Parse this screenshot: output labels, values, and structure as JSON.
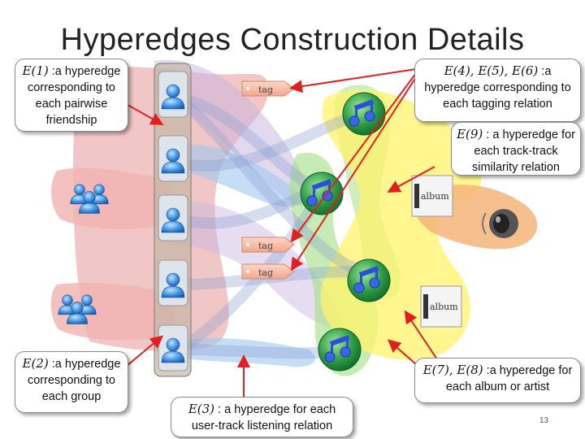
{
  "title": "Hyperedges Construction Details",
  "callouts": {
    "e1": {
      "symbol": "E(1)",
      "text": ":a hyperedge corresponding to each pairwise friendship"
    },
    "e2": {
      "symbol": "E(2)",
      "text": ":a hyperedge corresponding to each group"
    },
    "e3": {
      "symbol": "E(3)",
      "text": ": a hyperedge for each user-track listening relation"
    },
    "e456": {
      "symbol": "E(4), E(5), E(6)",
      "text": ":a hyperedge corresponding to each tagging relation"
    },
    "e9": {
      "symbol": "E(9)",
      "text": ": a hyperedge for each track-track similarity relation"
    },
    "e78": {
      "symbol": "E(7), E(8)",
      "text": ":a hyperedge for each album or artist"
    }
  },
  "nodes": {
    "tag_labels": [
      "tag",
      "tag",
      "tag"
    ],
    "album_labels": [
      "album",
      "album"
    ]
  },
  "icons": [
    "user-icon",
    "group-icon",
    "music-note-icon",
    "album-icon",
    "speaker-icon",
    "tag-icon"
  ],
  "colors": {
    "friendship": "#e8a0a0",
    "group": "#d7d0c0",
    "tagging": "#c8b4e0",
    "listening": "#9ec8f0",
    "similarity": "#a8e08c",
    "album_artist": "#fff36b",
    "artist": "#f5b57a",
    "arrow": "#e02020"
  },
  "page_number": "13"
}
